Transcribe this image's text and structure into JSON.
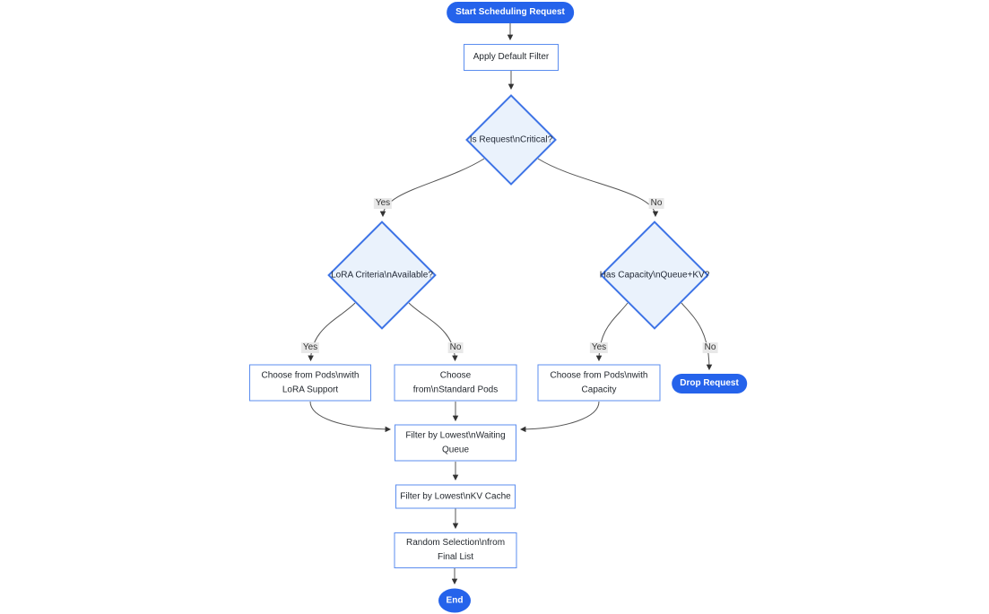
{
  "colors": {
    "accent_blue": "#2563EB",
    "rect_border": "#5B8DEF",
    "diamond_border": "#3D73E6",
    "diamond_fill": "#EAF2FC",
    "edge_line": "#555555",
    "edge_label_bg": "#E8E8E8",
    "text": "#24292F"
  },
  "diagram": {
    "nodes": {
      "start": {
        "label": "Start Scheduling Request"
      },
      "apply_filter": {
        "label": "Apply Default Filter"
      },
      "is_critical": {
        "label": "Is Request\\nCritical?"
      },
      "lora_criteria": {
        "label": "LoRA Criteria\\nAvailable?"
      },
      "has_capacity": {
        "label": "Has Capacity\\nQueue+KV?"
      },
      "choose_lora": {
        "label": "Choose from Pods\\nwith LoRA Support"
      },
      "choose_standard": {
        "label": "Choose from\\nStandard Pods"
      },
      "choose_capacity": {
        "label": "Choose from Pods\\nwith Capacity"
      },
      "drop_request": {
        "label": "Drop Request"
      },
      "filter_waiting": {
        "label": "Filter by Lowest\\nWaiting Queue"
      },
      "filter_kv": {
        "label": "Filter by Lowest\\nKV Cache"
      },
      "random_selection": {
        "label": "Random Selection\\nfrom Final List"
      },
      "end": {
        "label": "End"
      }
    },
    "edge_labels": {
      "critical_yes": "Yes",
      "critical_no": "No",
      "lora_yes": "Yes",
      "lora_no": "No",
      "capacity_yes": "Yes",
      "capacity_no": "No"
    }
  }
}
